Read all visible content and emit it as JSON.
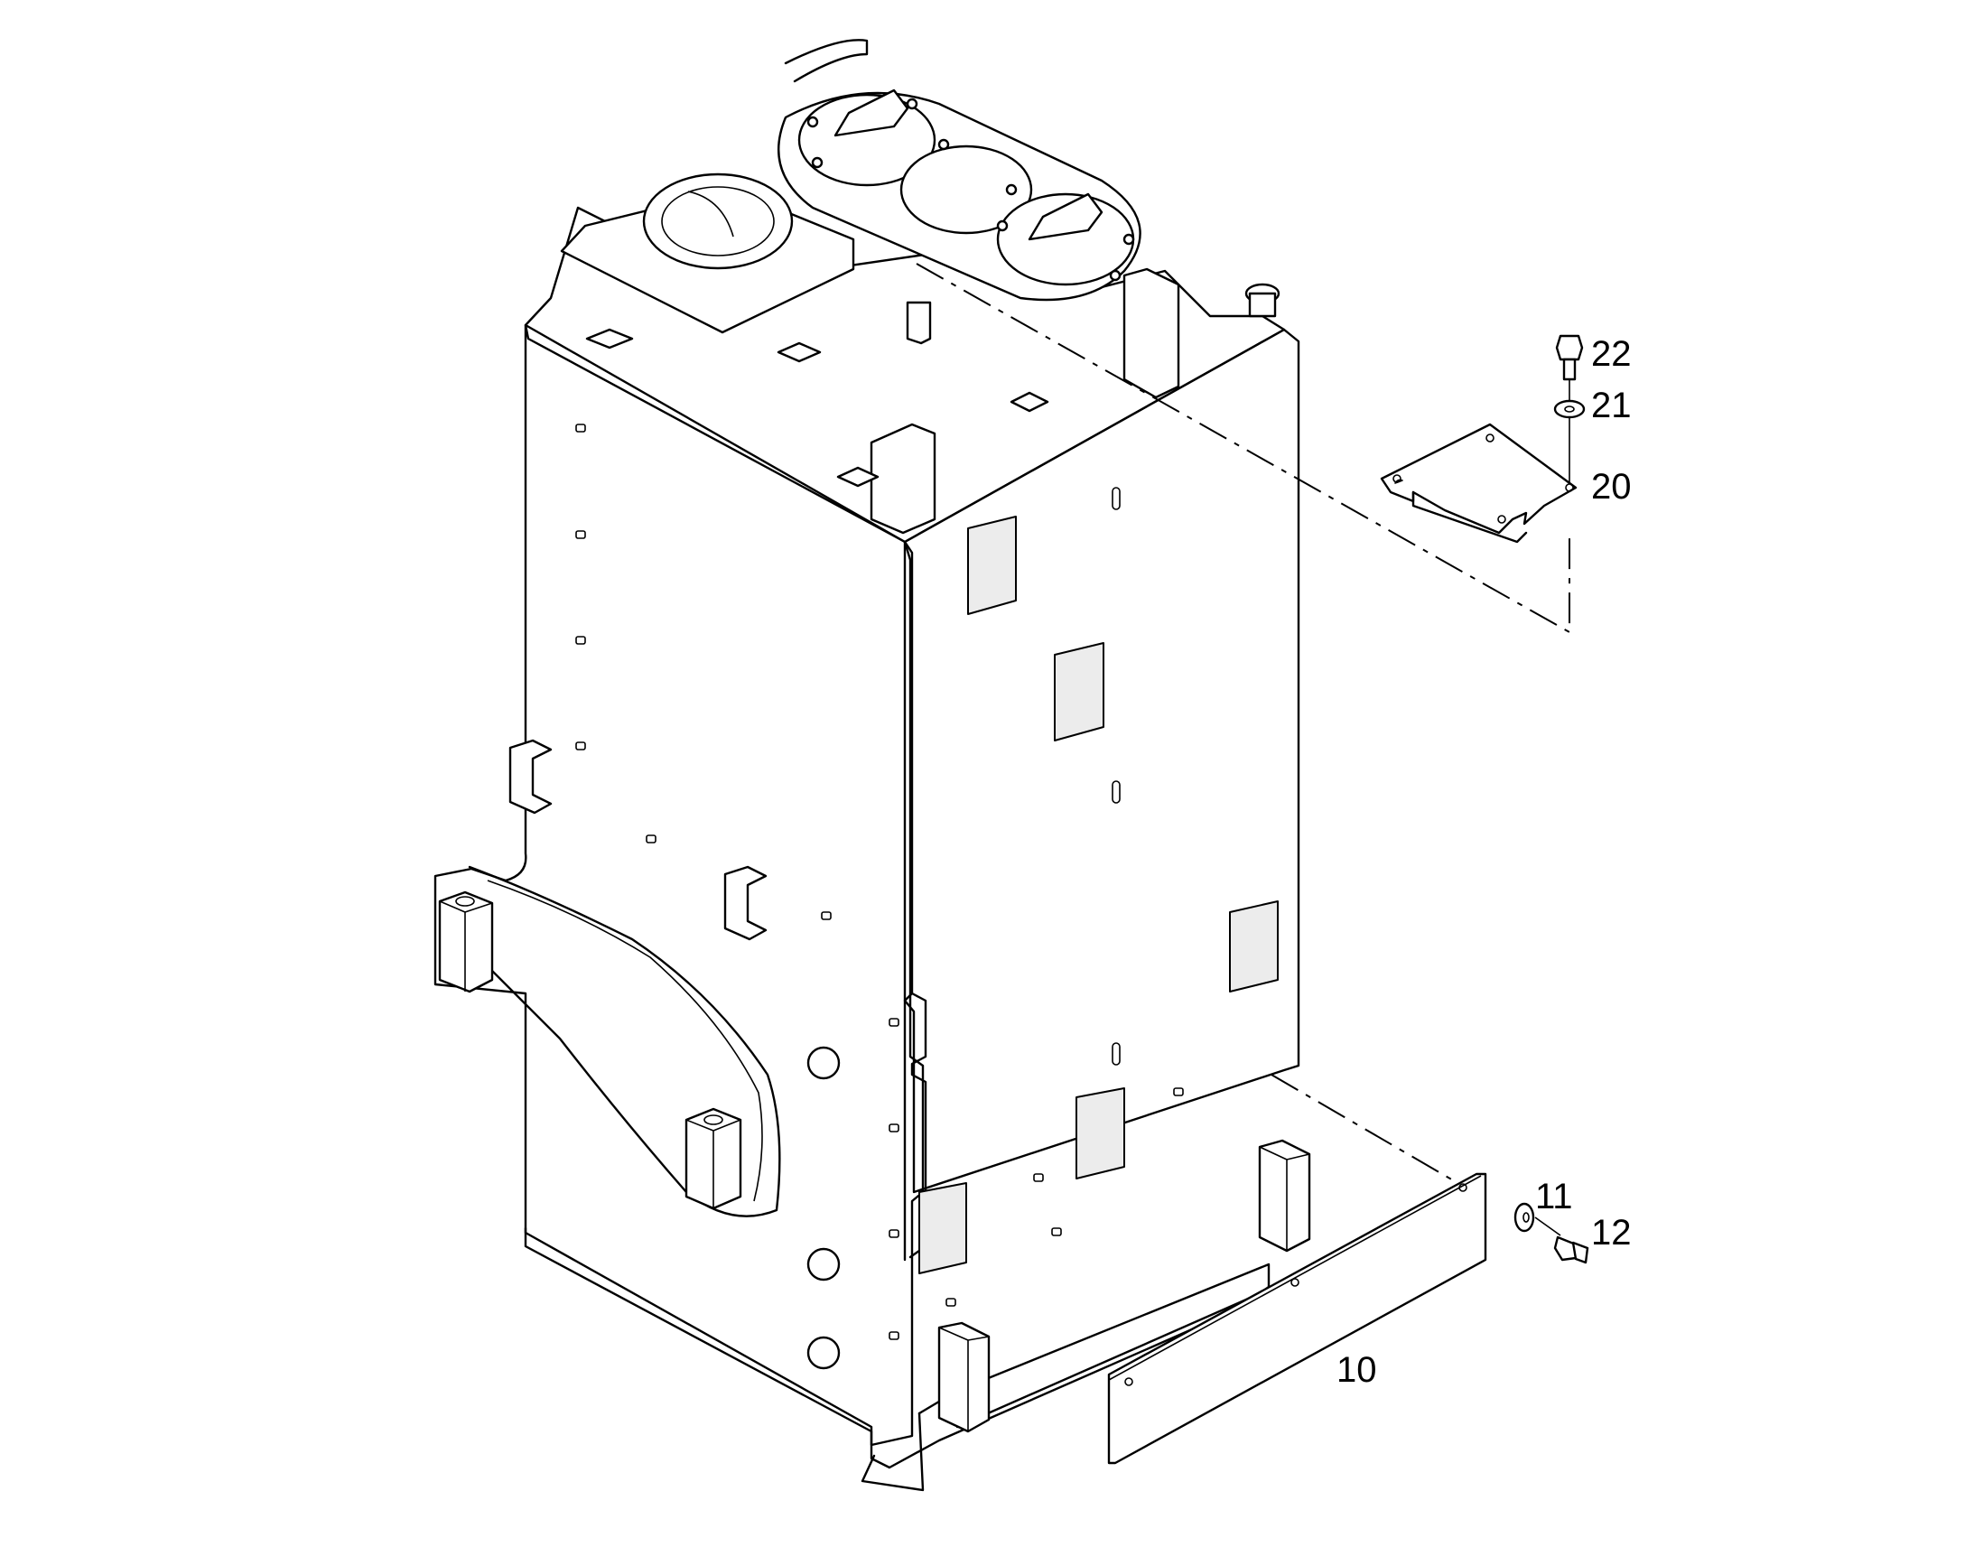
{
  "callouts": [
    {
      "id": "10",
      "label": "10"
    },
    {
      "id": "11",
      "label": "11"
    },
    {
      "id": "12",
      "label": "12"
    },
    {
      "id": "20",
      "label": "20"
    },
    {
      "id": "21",
      "label": "21"
    },
    {
      "id": "22",
      "label": "22"
    }
  ]
}
